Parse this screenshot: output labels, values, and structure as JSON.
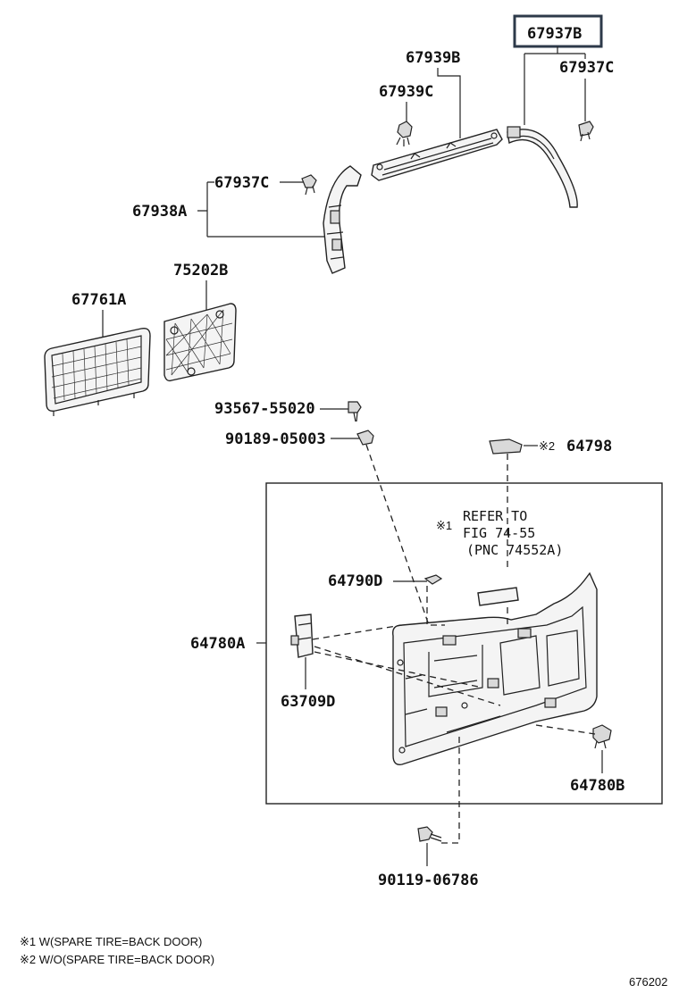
{
  "labels": {
    "p67937B": "67937B",
    "p67939B": "67939B",
    "p67937C_top": "67937C",
    "p67939C": "67939C",
    "p67937C_left": "67937C",
    "p67938A": "67938A",
    "p75202B": "75202B",
    "p67761A": "67761A",
    "p93567": "93567-55020",
    "p90189": "90189-05003",
    "p64798": "64798",
    "p64790D": "64790D",
    "p64780A": "64780A",
    "p63709D": "63709D",
    "p64780B": "64780B",
    "p90119": "90119-06786"
  },
  "markers": {
    "m2": "※2",
    "m1": "※1"
  },
  "reference": {
    "line1": "REFER TO",
    "line2": "FIG 74-55",
    "line3": "(PNC 74552A)"
  },
  "footnotes": {
    "n1": "※1 W(SPARE TIRE=BACK DOOR)",
    "n2": "※2 W/O(SPARE TIRE=BACK DOOR)"
  },
  "figure_number": "676202"
}
